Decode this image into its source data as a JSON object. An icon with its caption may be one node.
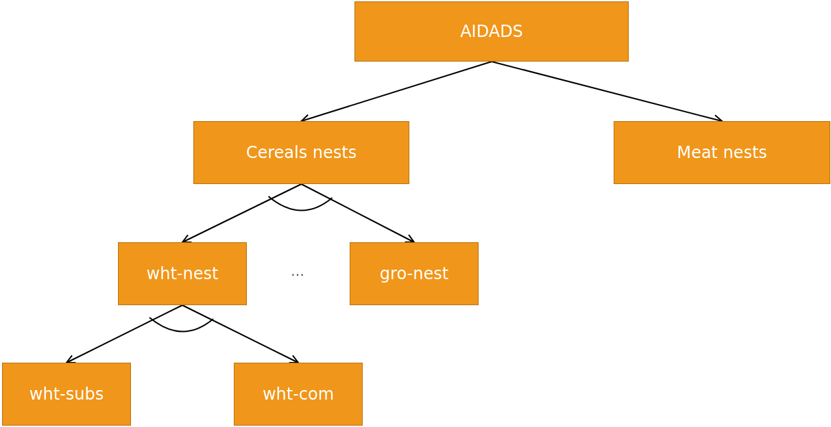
{
  "diagram": {
    "nodes": [
      {
        "text": [
          "AIDADS"
        ]
      },
      {
        "text": [
          "Cereals nests"
        ]
      },
      {
        "text": [
          "Meat nests"
        ]
      },
      {
        "text": [
          "wht-nest"
        ]
      },
      {
        "text": [
          "gro-nest"
        ]
      },
      {
        "text": [
          "wht-subs"
        ]
      },
      {
        "text": [
          "wht-com"
        ]
      }
    ],
    "edges": [
      {
        "from": 0,
        "to": 1,
        "arrow": "to"
      },
      {
        "from": 0,
        "to": 2,
        "arrow": "to"
      },
      {
        "from": 1,
        "to": 3,
        "arrow": "to"
      },
      {
        "from": 1,
        "to": 4,
        "arrow": "to"
      },
      {
        "from": 3,
        "to": 5,
        "arrow": "to"
      },
      {
        "from": 3,
        "to": 6,
        "arrow": "to"
      }
    ],
    "labels": [
      "…"
    ]
  }
}
